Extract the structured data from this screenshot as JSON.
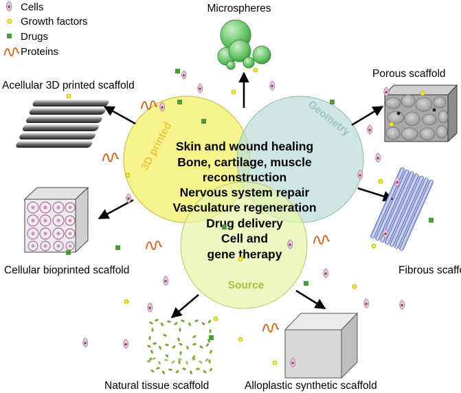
{
  "legend": {
    "cells": "Cells",
    "growth_factors": "Growth factors",
    "drugs": "Drugs",
    "proteins": "Proteins"
  },
  "circles": {
    "printed": "3D printed",
    "geometry": "Geometry",
    "source": "Source"
  },
  "applications": [
    "Skin and wound healing",
    "Bone, cartilage, muscle",
    "reconstruction",
    "Nervous system repair",
    "Vasculature regeneration",
    "Drug delivery",
    "Cell and",
    "gene therapy"
  ],
  "scaffolds": {
    "microspheres": "Microspheres",
    "acellular": "Acellular 3D printed scaffold",
    "porous": "Porous scaffold",
    "cellular": "Cellular bioprinted scaffold",
    "fibrous": "Fibrous scaffold",
    "natural": "Natural tissue scaffold",
    "alloplastic": "Alloplastic synthetic scaffold"
  },
  "colors": {
    "printed_circle": "#f6f27a",
    "geometry_circle": "#b9dcd8",
    "source_circle": "#e7f3a6",
    "printed_label": "#e8c93a",
    "geometry_label": "#9fc6c4",
    "source_label": "#a8c33a",
    "cell": "#e7b6d6",
    "growth_factor": "#f2ea2a",
    "drug": "#4d9a3c",
    "protein": "#d4641e",
    "microsphere": "#63c163",
    "fiber": "#a8b6ec",
    "natural_tissue": "#7ca73c"
  }
}
